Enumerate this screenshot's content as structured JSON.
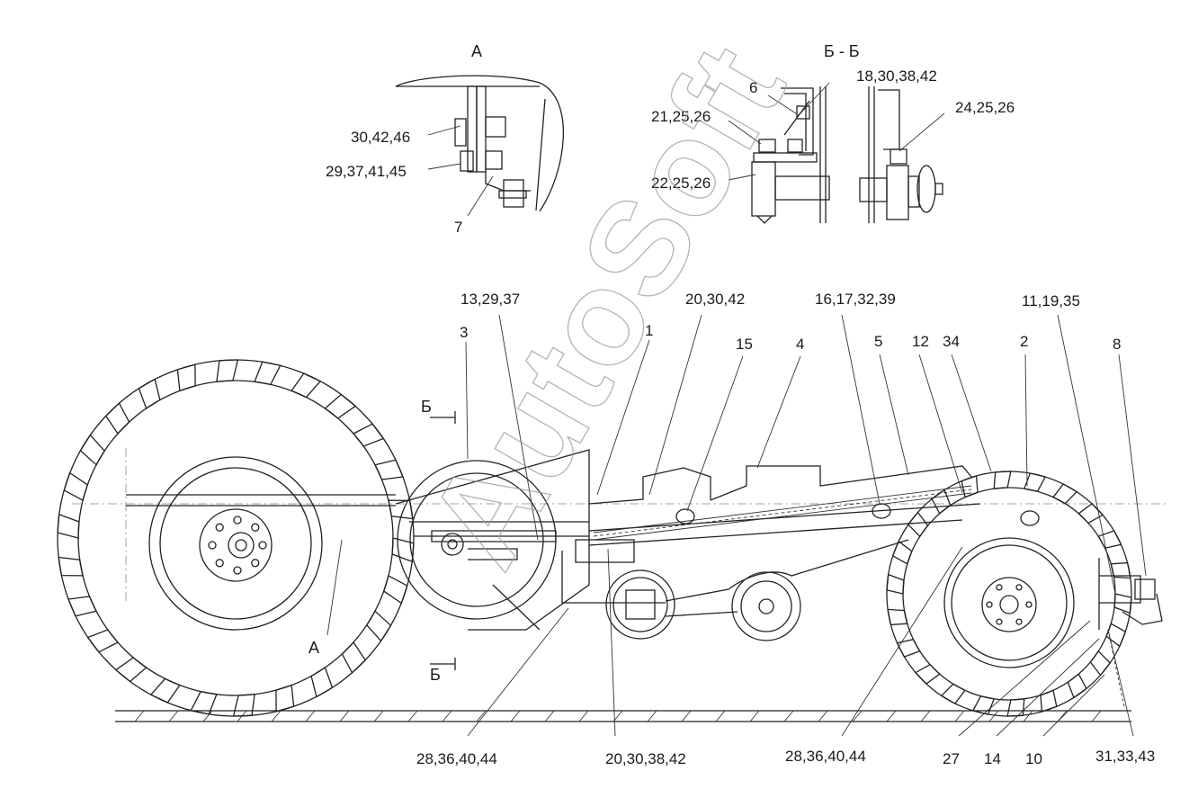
{
  "views": {
    "view_a": "А",
    "view_bb": "Б - Б",
    "section_mark_top": "Б",
    "section_mark_bottom": "Б",
    "view_a_mark": "А"
  },
  "watermark": "AutoSoft",
  "callouts": {
    "a_30_42_46": "30,42,46",
    "a_29_37_41_45": "29,37,41,45",
    "a_7": "7",
    "bb_6": "6",
    "bb_18_30_38_42": "18,30,38,42",
    "bb_21_25_26": "21,25,26",
    "bb_24_25_26": "24,25,26",
    "bb_22_25_26": "22,25,26",
    "m_13_29_37": "13,29,37",
    "m_3": "3",
    "m_20_30_42": "20,30,42",
    "m_1": "1",
    "m_15": "15",
    "m_4": "4",
    "m_16_17_32_39": "16,17,32,39",
    "m_5": "5",
    "m_12": "12",
    "m_34": "34",
    "m_2": "2",
    "m_11_19_35": "11,19,35",
    "m_8": "8",
    "b_28_36_40_44_left": "28,36,40,44",
    "b_20_30_38_42": "20,30,38,42",
    "b_28_36_40_44_right": "28,36,40,44",
    "b_27": "27",
    "b_14": "14",
    "b_10": "10",
    "b_31_33_43": "31,33,43"
  }
}
